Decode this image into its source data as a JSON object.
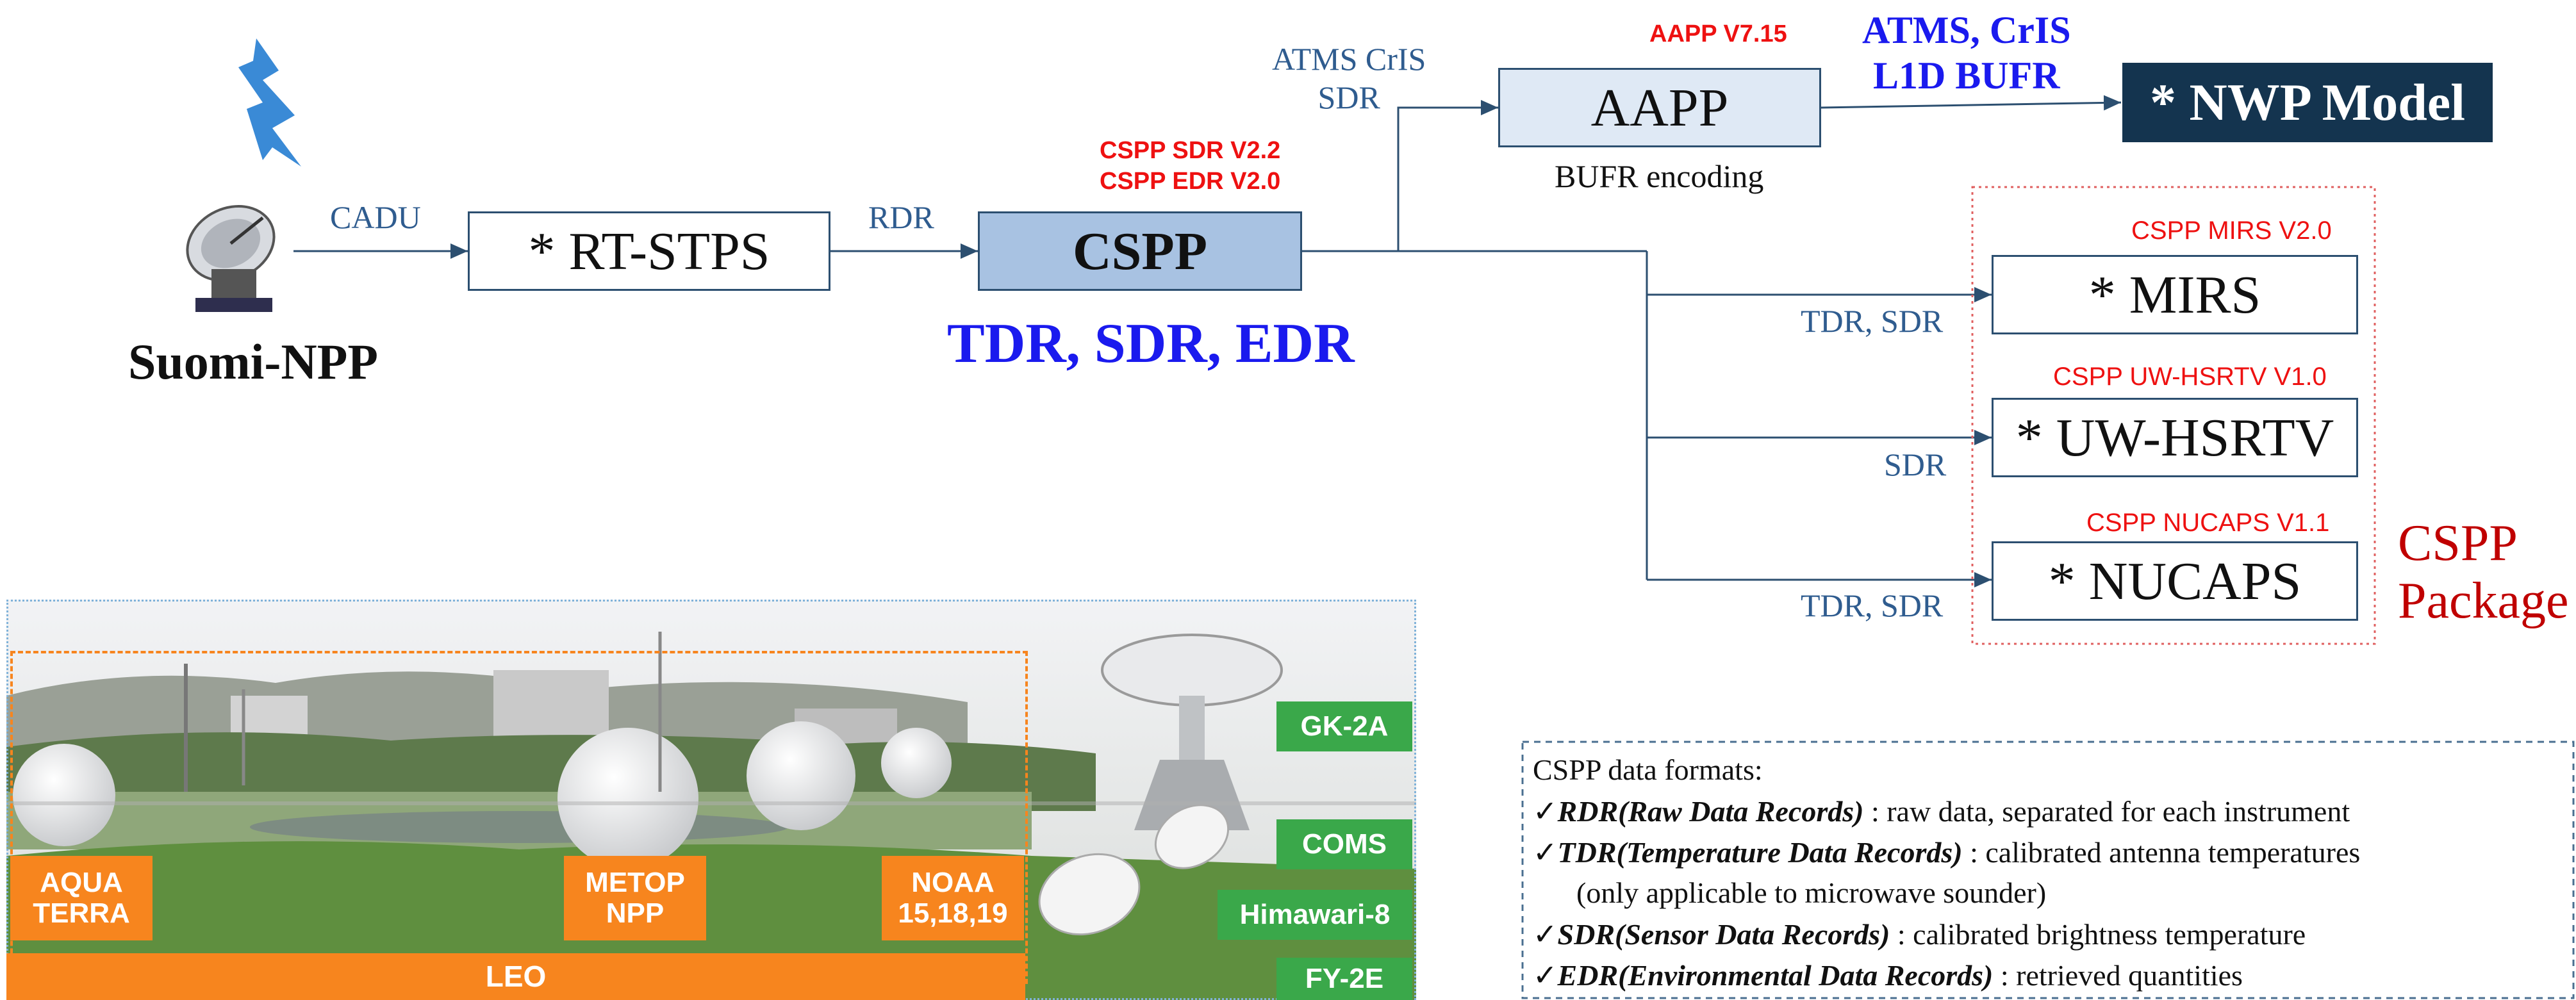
{
  "satellite": {
    "name": "Suomi-NPP"
  },
  "links": {
    "cadu": "CADU",
    "rdr": "RDR",
    "atms_cris_line1": "ATMS CrIS",
    "atms_cris_line2": "SDR",
    "tdr_sdr_1": "TDR, SDR",
    "sdr_2": "SDR",
    "tdr_sdr_3": "TDR, SDR"
  },
  "nodes": {
    "rtstps": "* RT-STPS",
    "cspp": "CSPP",
    "aapp": "AAPP",
    "nwp": "* NWP Model",
    "mirs": "* MIRS",
    "uwhsrtv": "* UW-HSRTV",
    "nucaps": "* NUCAPS"
  },
  "versions": {
    "cspp_sdr": "CSPP SDR V2.2",
    "cspp_edr": "CSPP EDR V2.0",
    "aapp": "AAPP V7.15",
    "mirs": "CSPP MIRS V2.0",
    "uwhsrtv": "CSPP UW-HSRTV V1.0",
    "nucaps": "CSPP NUCAPS V1.1"
  },
  "captions": {
    "cspp_products": "TDR, SDR, EDR",
    "aapp_sub": "BUFR encoding",
    "bufr_line1": "ATMS, CrIS",
    "bufr_line2": "L1D BUFR",
    "package_line1": "CSPP",
    "package_line2": "Package"
  },
  "photo_badges": {
    "aqua_terra": "AQUA\nTERRA",
    "metop_npp": "METOP\nNPP",
    "noaa": "NOAA\n15,18,19",
    "leo": "LEO",
    "gk2a": "GK-2A",
    "coms": "COMS",
    "himawari": "Himawari-8",
    "fy2e": "FY-2E"
  },
  "legend": {
    "title": "CSPP data formats:",
    "items": [
      {
        "term": "RDR(Raw Data Records)",
        "desc": " : raw data, separated for each instrument"
      },
      {
        "term": "TDR(Temperature Data Records)",
        "desc": " : calibrated antenna temperatures"
      },
      {
        "term": "SDR(Sensor Data Records)",
        "desc": " : calibrated brightness temperature"
      },
      {
        "term": "EDR(Environmental Data Records)",
        "desc": " : retrieved quantities"
      }
    ],
    "tdr_note": "(only applicable to microwave sounder)",
    "check": "✓"
  },
  "colors": {
    "link_blue": "#2f5c8f",
    "version_red": "#ee1111",
    "product_blue": "#1a1aee",
    "cspp_fill": "#a8c2e2",
    "aapp_fill": "#dfe9f5",
    "nwp_fill": "#14344f",
    "badge_orange": "#f7851e",
    "badge_green": "#3aa84a",
    "package_red": "#c00000"
  }
}
